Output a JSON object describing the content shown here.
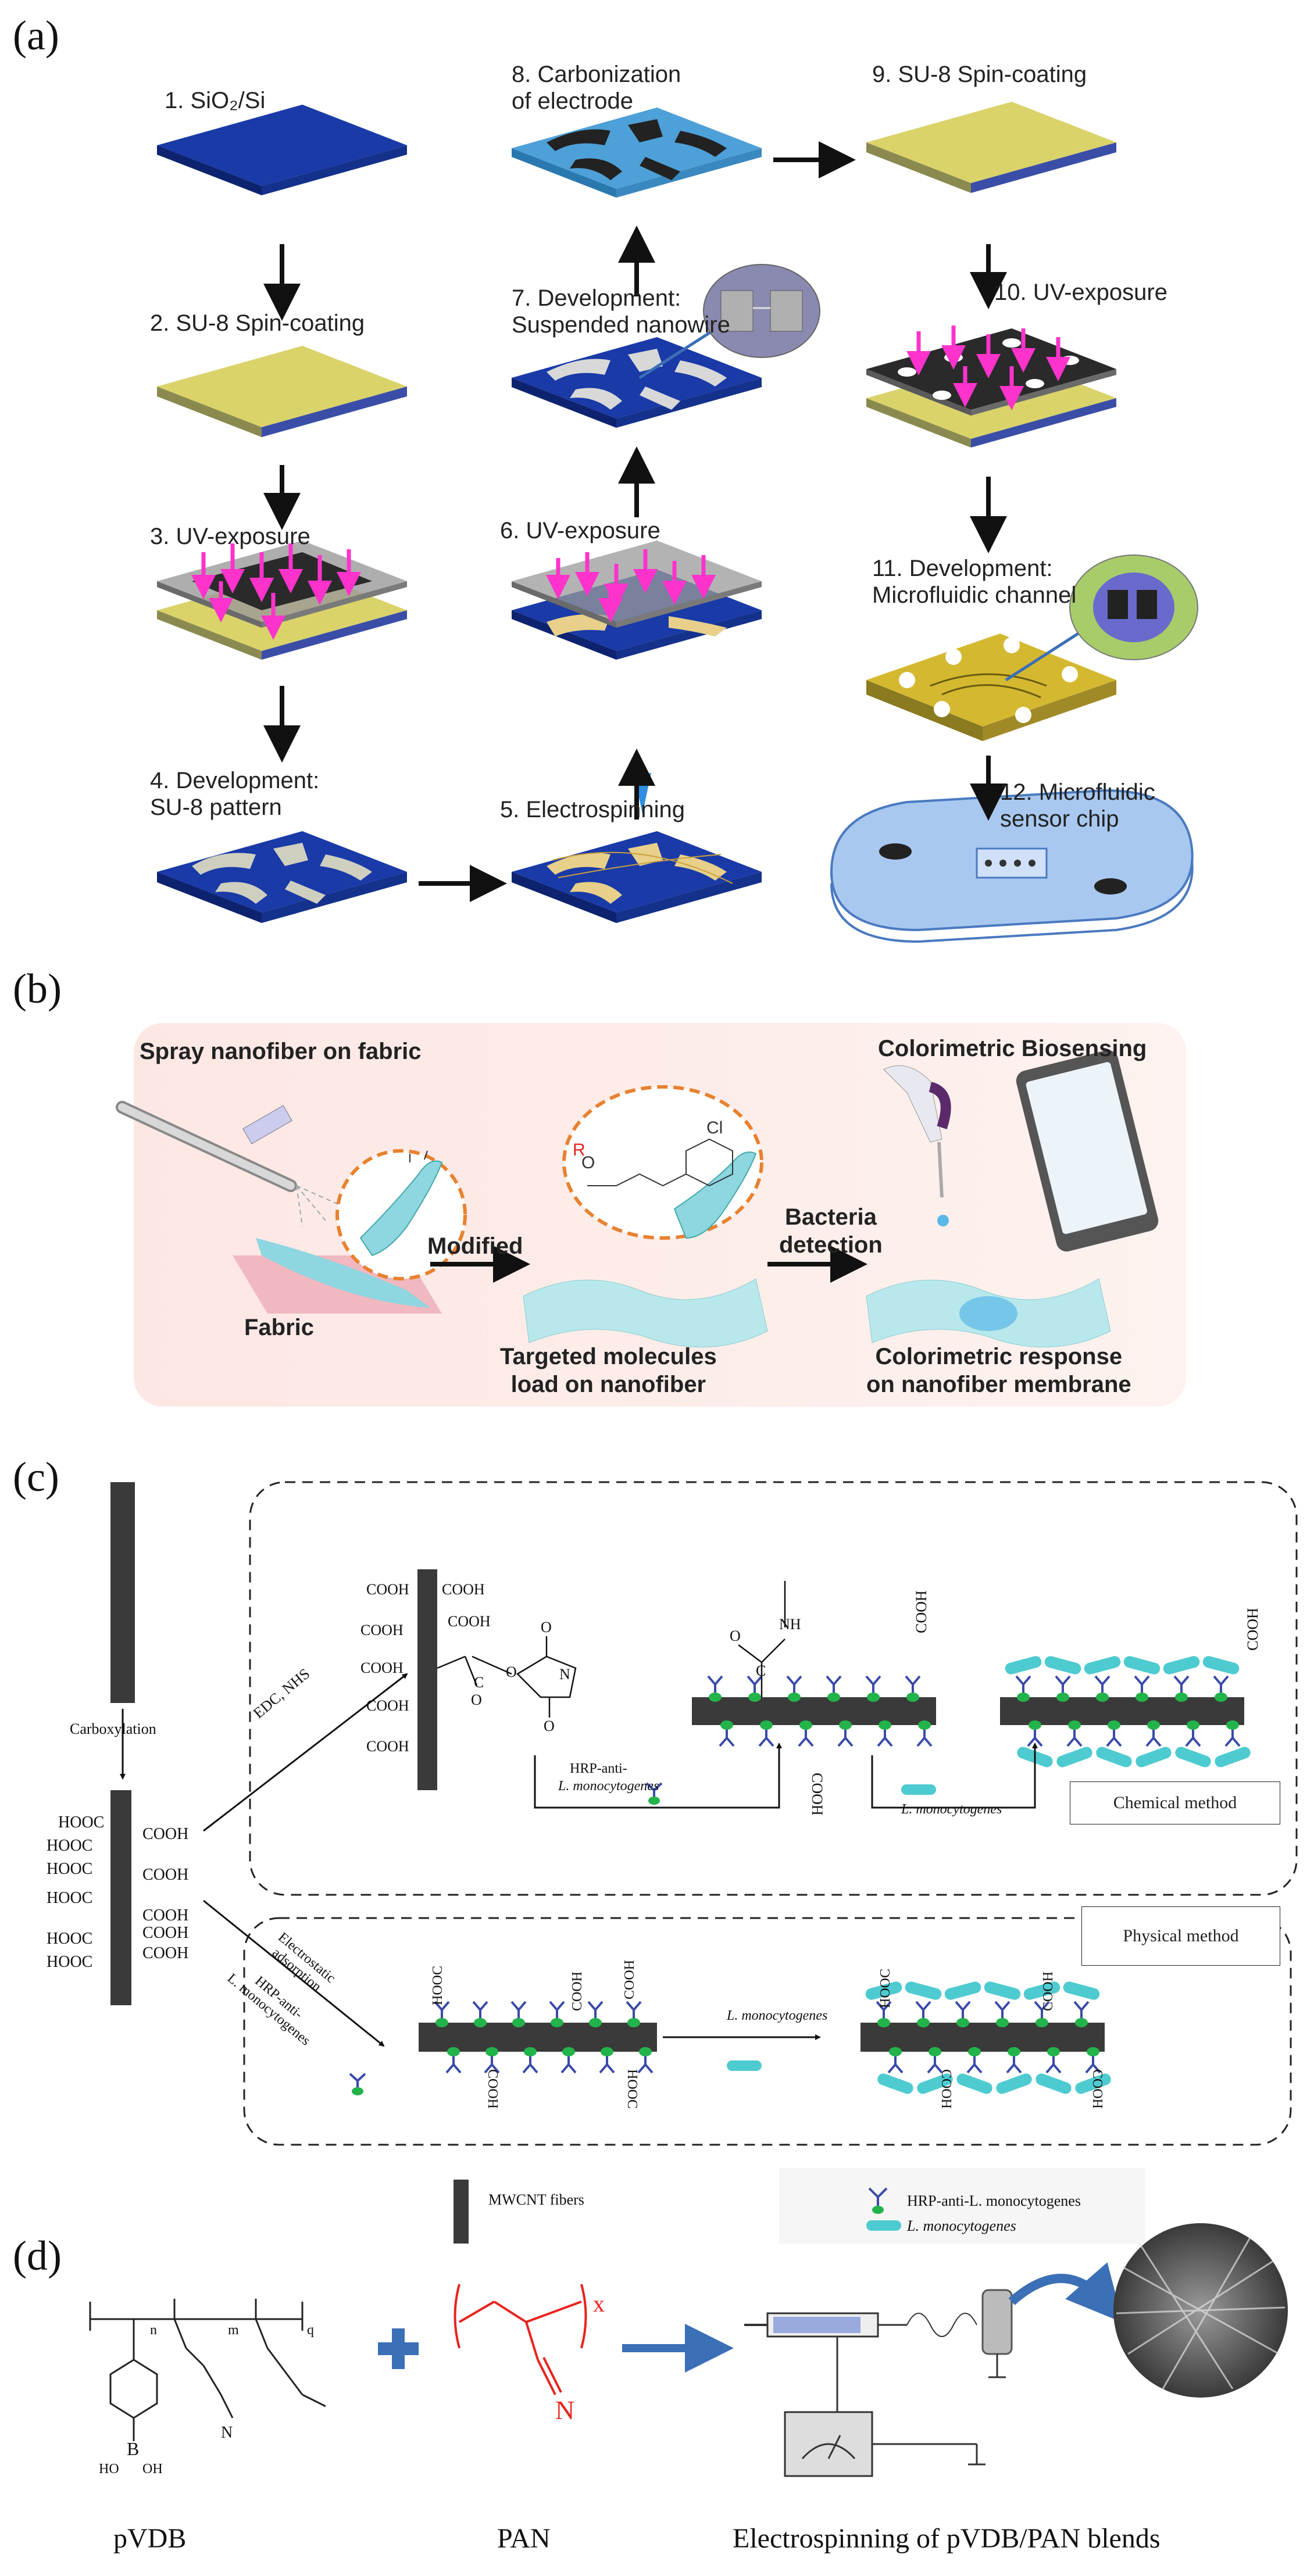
{
  "panels": {
    "a": "(a)",
    "b": "(b)",
    "c": "(c)",
    "d": "(d)"
  },
  "panel_a": {
    "steps": [
      {
        "label": "1. SiO₂/Si"
      },
      {
        "label": "2. SU-8 Spin-coating"
      },
      {
        "label": "3. UV-exposure"
      },
      {
        "label": "4. Development:\nSU-8 pattern"
      },
      {
        "label": "5. Electrospinning"
      },
      {
        "label": "6. UV-exposure"
      },
      {
        "label": "7. Development:\nSuspended nanowire"
      },
      {
        "label": "8. Carbonization\nof electrode"
      },
      {
        "label": "9. SU-8 Spin-coating"
      },
      {
        "label": "10. UV-exposure"
      },
      {
        "label": "11. Development:\nMicrofluidic channel"
      },
      {
        "label": "12. Microfluidic\nsensor chip"
      }
    ]
  },
  "panel_b": {
    "spray": "Spray nanofiber on fabric",
    "fabric": "Fabric",
    "modified": "Modified",
    "targeted": "Targeted molecules\nload on nanofiber",
    "bacteria": "Bacteria\ndetection",
    "colorimetric_title": "Colorimetric Biosensing",
    "colorimetric_response": "Colorimetric response\non nanofiber membrane"
  },
  "panel_c": {
    "carboxylation": "Carboxylation",
    "edc_nhs": "EDC, NHS",
    "cooh": "COOH",
    "hooc": "HOOC",
    "nh": "NH",
    "c": "C",
    "o": "O",
    "n": "N",
    "hrp_anti": "HRP-anti-",
    "l_mono": "L. monocytogenes",
    "chemical_method": "Chemical method",
    "physical_method": "Physical method",
    "electrostatic": "Electrostatic\nadsorption",
    "hrp_anti_l": "HRP-anti-\nL. monocytogenes",
    "mwcnt": "MWCNT fibers",
    "legend_hrp": "HRP-anti-L. monocytogenes",
    "legend_l": "L. monocytogenes"
  },
  "panel_d": {
    "pvdb": "pVDB",
    "pan": "PAN",
    "electrospinning": "Electrospinning of pVDB/PAN blends",
    "x": "x",
    "n_atom": "N",
    "b_atom": "B",
    "n_sub": "n",
    "m_sub": "m",
    "q_sub": "q",
    "oh": "OH",
    "ho": "HO"
  },
  "colors": {
    "si_blue": "#1a3aa8",
    "su8_yellow": "#d9d36a",
    "uv_pink": "#ff33cc",
    "electrode_black": "#222222",
    "carbon_blue": "#4ea0d8",
    "fiber_cyan": "#4ecbd0",
    "antibody_green": "#22b34a",
    "antibody_blue": "#3a4aa8",
    "pan_red": "#e8231e",
    "plus_blue": "#3b6fb6"
  }
}
